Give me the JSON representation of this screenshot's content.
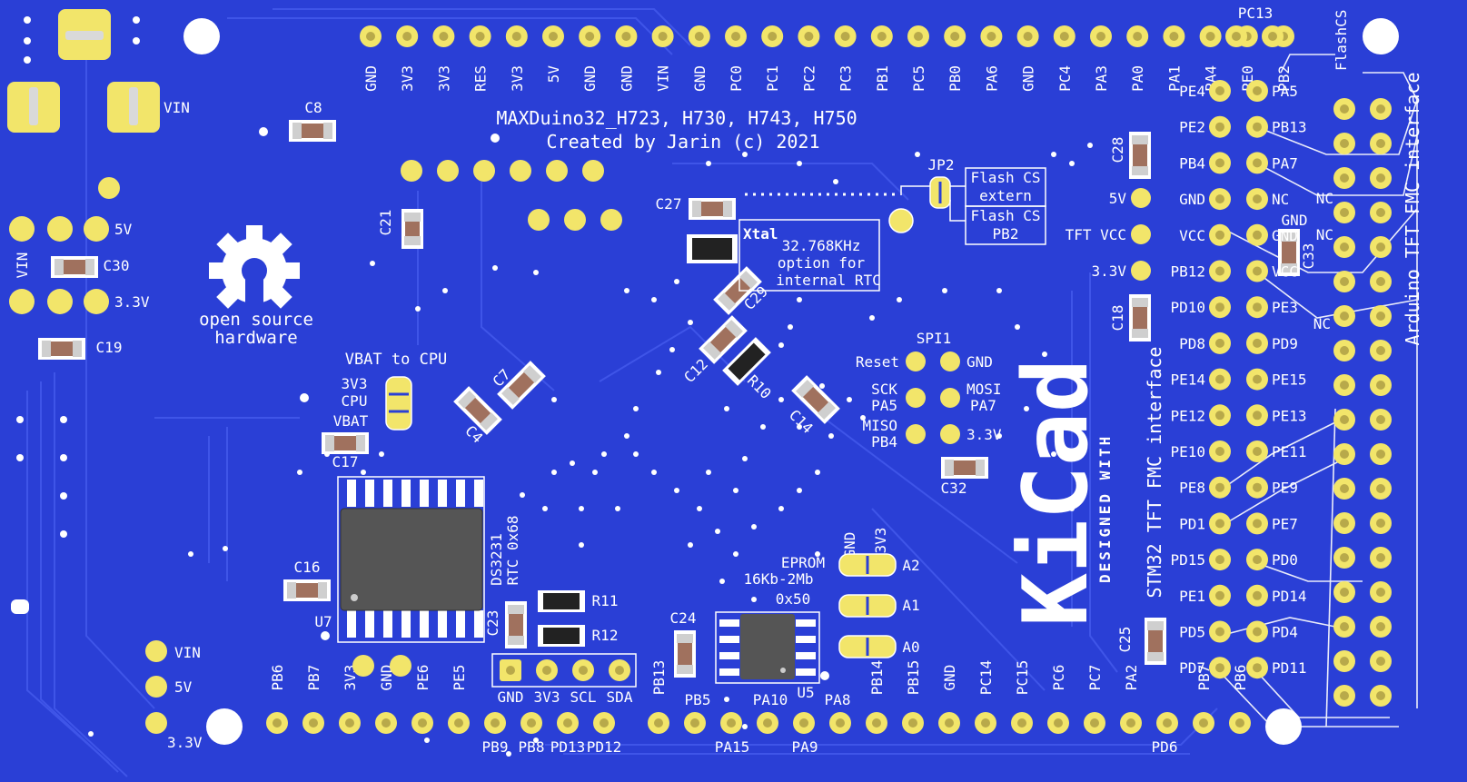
{
  "board": {
    "title_line1": "MAXDuino32_H723, H730, H743, H750",
    "title_line2": "Created by Jarin (c) 2021",
    "logo_text1": "open source",
    "logo_text2": "hardware",
    "kicad_text": "KiCad",
    "designed_with": "DESIGNED WITH"
  },
  "top_header": [
    "GND",
    "3V3",
    "3V3",
    "RES",
    "3V3",
    "5V",
    "GND",
    "GND",
    "VIN",
    "GND",
    "PC0",
    "PC1",
    "PC2",
    "PC3",
    "PB1",
    "PC5",
    "PB0",
    "PA6",
    "GND",
    "PC4",
    "PA3",
    "PA0",
    "PA1",
    "PA4",
    "PE0",
    "PB2"
  ],
  "top_right_labels": {
    "pc13": "PC13",
    "flashcs": "FlashCS"
  },
  "bottom_header_top": [
    "PB6",
    "PB7",
    "3V3",
    "GND",
    "PE6",
    "PE5",
    "PB13",
    "PB14",
    "PB15",
    "GND",
    "PC14",
    "PC15",
    "PC6",
    "PC7",
    "PA2",
    "PB7",
    "PB6"
  ],
  "bottom_header_bottom": [
    "PB9",
    "PB8",
    "PD13",
    "PD12",
    "PB5",
    "PA15",
    "PA10",
    "PA9",
    "PA8",
    "PD6"
  ],
  "fmc_left": [
    "PE4",
    "PE2",
    "PB4",
    "GND",
    "VCC",
    "PB12",
    "PD10",
    "PD8",
    "PE14",
    "PE12",
    "PE10",
    "PE8",
    "PD1",
    "PD15",
    "PE1",
    "PD5",
    "PD7"
  ],
  "fmc_right": [
    "PA5",
    "PB13",
    "PA7",
    "NC",
    "GND",
    "VCC",
    "PE3",
    "PD9",
    "PE15",
    "PE13",
    "PE11",
    "PE9",
    "PE7",
    "PD0",
    "PD14",
    "PD4",
    "PD11"
  ],
  "fmc_extra": {
    "nc1": "NC",
    "nc2": "NC",
    "nc3": "NC",
    "gnd": "GND"
  },
  "left_power": {
    "vin": "VIN",
    "v5": "5V",
    "v33": "3.3V",
    "vin_side": "VIN"
  },
  "power_bottom": {
    "vin": "VIN",
    "v5": "5V",
    "v33": "3.3V"
  },
  "components": {
    "c8": "C8",
    "c21": "C21",
    "c30": "C30",
    "c19": "C19",
    "c17": "C17",
    "c16": "C16",
    "c4": "C4",
    "c7": "C7",
    "c27": "C27",
    "c29": "C29",
    "c12": "C12",
    "r10": "R10",
    "c14": "C14",
    "c28": "C28",
    "c18": "C18",
    "c33": "C33",
    "c32": "C32",
    "c23": "C23",
    "c24": "C24",
    "c25": "C25",
    "r11": "R11",
    "r12": "R12",
    "u7": "U7",
    "u5": "U5",
    "jp2": "JP2",
    "xtal": "Xtal"
  },
  "notes": {
    "xtal1": "32.768KHz",
    "xtal2": "option for",
    "xtal3": "internal RTC",
    "flash1": "Flash CS",
    "flash2": "extern",
    "flash3": "Flash CS",
    "flash4": "PB2",
    "vbat": "VBAT to CPU",
    "v3v3": "3V3",
    "cpu": "CPU",
    "vbat2": "VBAT",
    "rtc1": "DS3231",
    "rtc2": "RTC 0x68",
    "eprom1": "EPROM",
    "eprom2": "16Kb-2Mb",
    "eprom3": "0x50",
    "a2": "A2",
    "a1": "A1",
    "a0": "A0",
    "egnd": "GND",
    "e3v3": "3V3",
    "tftvcc": "TFT VCC",
    "v5": "5V",
    "v33": "3.3V",
    "stm32": "STM32 TFT FMC interface",
    "arduino": "Arduino TFT FMC interface"
  },
  "spi": {
    "title": "SPI1",
    "reset": "Reset",
    "gnd": "GND",
    "sck": "SCK",
    "pa5": "PA5",
    "mosi": "MOSI",
    "pa7": "PA7",
    "miso": "MISO",
    "pb4": "PB4",
    "v33": "3.3V"
  },
  "i2c": [
    "GND",
    "3V3",
    "SCL",
    "SDA"
  ],
  "colors": {
    "board": "#2a3fd6",
    "silk": "#ffffff",
    "pad": "#f2e56a",
    "trace": "#3f55e8"
  }
}
